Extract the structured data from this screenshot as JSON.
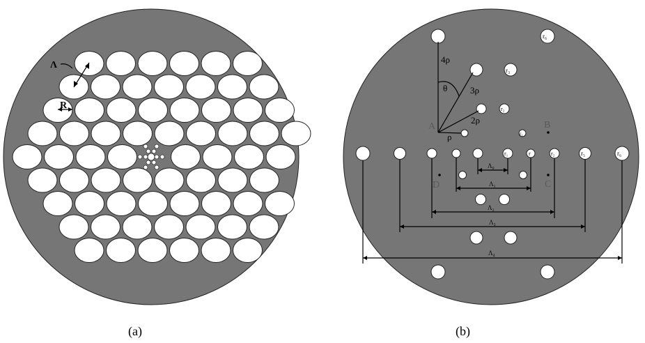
{
  "colors": {
    "cladding": "#767676",
    "hole": "#ffffff",
    "line": "#000000"
  },
  "panel_a": {
    "caption": "(a)",
    "label_lambda": "Λ",
    "label_r": "R",
    "air_hole_rows": [
      6,
      7,
      8,
      9,
      9,
      8,
      8,
      7,
      6
    ]
  },
  "panel_b": {
    "caption": "(b)",
    "point_labels": {
      "a": "A",
      "b": "B",
      "c": "C",
      "d": "D"
    },
    "radial_labels": {
      "rho": "ρ",
      "rho2": "2ρ",
      "rho3": "3ρ",
      "rho4": "4ρ",
      "theta": "θ"
    },
    "hole_labels": {
      "r_top_right": "r₆",
      "r_upper": "r₃",
      "r_mid": "r₂",
      "r_small": "r₁",
      "r_row_1": "r₁",
      "r_row_2": "r",
      "r_row_3": "r₂",
      "r_row_4": "r₅",
      "r_row_5": "r₆"
    },
    "pitch_labels": {
      "l0": "Λ₀",
      "l1": "Λ₁",
      "l2": "Λ₂",
      "l3": "Λ₃",
      "l4": "Λ₄"
    }
  }
}
